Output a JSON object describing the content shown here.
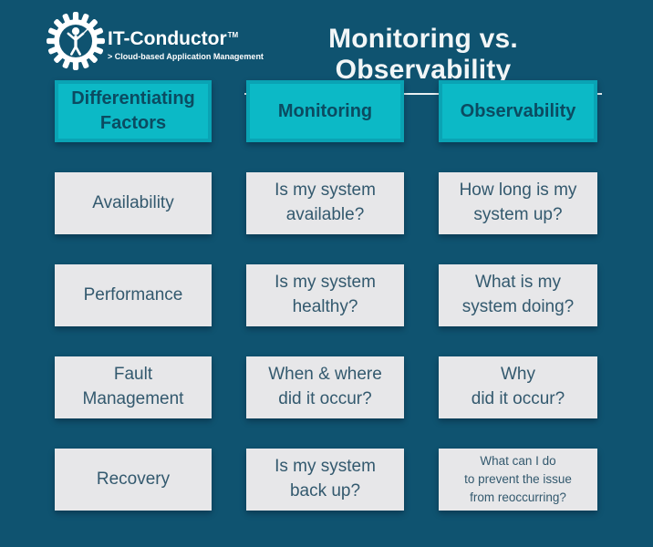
{
  "brand": {
    "name": "IT-Conductor",
    "trademark": "TM",
    "tagline": "> Cloud-based Application Management"
  },
  "header": {
    "title": "Monitoring vs. Observability"
  },
  "table": {
    "column_headers": {
      "factors": "Differentiating\nFactors",
      "monitoring": "Monitoring",
      "observability": "Observability"
    },
    "rows": [
      {
        "factor": "Availability",
        "monitoring": "Is my system\navailable?",
        "observability": "How long is my\nsystem up?"
      },
      {
        "factor": "Performance",
        "monitoring": "Is my system\nhealthy?",
        "observability": "What is my\nsystem doing?"
      },
      {
        "factor": "Fault\nManagement",
        "monitoring": "When & where\ndid it occur?",
        "observability": "Why\ndid it occur?"
      },
      {
        "factor": "Recovery",
        "monitoring": "Is my system\nback up?",
        "observability": "What can I do\nto prevent the issue\nfrom reoccurring?"
      }
    ]
  },
  "colors": {
    "background": "#0f5370",
    "header_cell_fill": "#0cb9c6",
    "header_cell_border": "#0aa3b4",
    "header_cell_text": "#0b4b61",
    "data_cell_fill": "#e7e7e9",
    "data_cell_text": "#33596e",
    "title_text": "#f2f6f7"
  }
}
